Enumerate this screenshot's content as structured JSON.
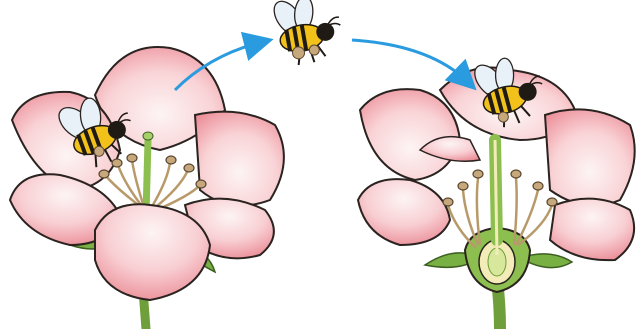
{
  "diagram": {
    "subject": "insect-pollination",
    "panels": [
      {
        "id": "flower-left",
        "view": "whole-flower-with-bee"
      },
      {
        "id": "bee-flying",
        "view": "bee-carrying-pollen"
      },
      {
        "id": "flower-right",
        "view": "cross-section-with-bee"
      }
    ],
    "arrows": [
      {
        "from": "flower-left",
        "to": "bee-flying"
      },
      {
        "from": "bee-flying",
        "to": "flower-right"
      }
    ],
    "labels": []
  },
  "colors": {
    "petal_fill": "#f7c4c9",
    "petal_edge": "#e9828d",
    "petal_center": "#fdf1f1",
    "stem_green": "#8cbf4f",
    "leaf_green": "#79b043",
    "anther": "#c7a77c",
    "filament": "#f0e6c8",
    "arrow_blue": "#2b9be0",
    "bee_yellow": "#f2c21b",
    "bee_black": "#1f1a14",
    "wing": "#e8f1f8",
    "outline": "#2a2320"
  }
}
